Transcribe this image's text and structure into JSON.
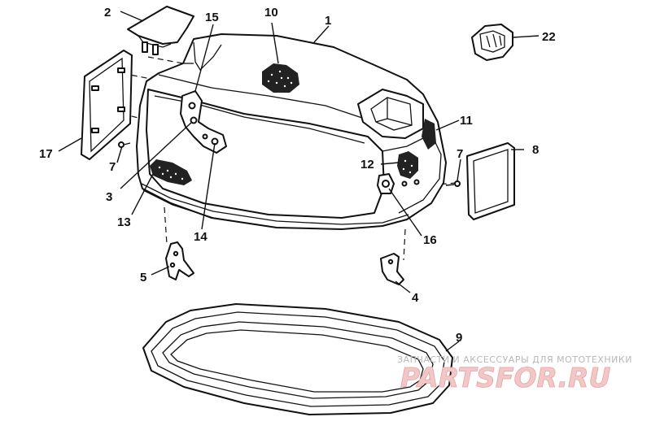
{
  "labels": {
    "1": "1",
    "2": "2",
    "3": "3",
    "4": "4",
    "5": "5",
    "7a": "7",
    "7b": "7",
    "8": "8",
    "9": "9",
    "10": "10",
    "11": "11",
    "12": "12",
    "13": "13",
    "14": "14",
    "15": "15",
    "16": "16",
    "17": "17",
    "22": "22"
  },
  "watermark": {
    "caption": "ЗАПЧАСТИ И АКСЕССУАРЫ ДЛЯ МОТОТЕХНИКИ",
    "logo": "PARTSFOR.RU"
  }
}
